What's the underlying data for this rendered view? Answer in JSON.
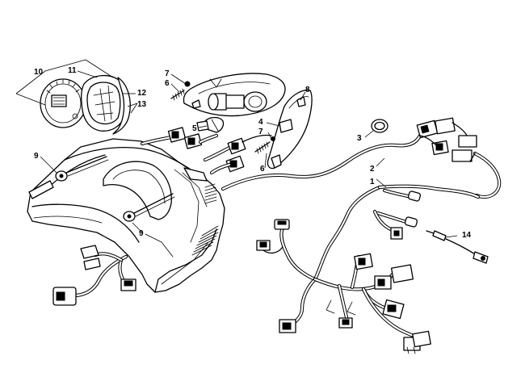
{
  "callouts": [
    {
      "id": "c1",
      "label": "1"
    },
    {
      "id": "c2",
      "label": "2"
    },
    {
      "id": "c3",
      "label": "3"
    },
    {
      "id": "c4",
      "label": "4"
    },
    {
      "id": "c5",
      "label": "5"
    },
    {
      "id": "c6a",
      "label": "6"
    },
    {
      "id": "c6b",
      "label": "6"
    },
    {
      "id": "c7a",
      "label": "7"
    },
    {
      "id": "c7b",
      "label": "7"
    },
    {
      "id": "c8",
      "label": "8"
    },
    {
      "id": "c9a",
      "label": "9"
    },
    {
      "id": "c9b",
      "label": "9"
    },
    {
      "id": "c10",
      "label": "10"
    },
    {
      "id": "c11",
      "label": "11"
    },
    {
      "id": "c12",
      "label": "12"
    },
    {
      "id": "c13",
      "label": "13"
    },
    {
      "id": "c14",
      "label": "14"
    }
  ]
}
